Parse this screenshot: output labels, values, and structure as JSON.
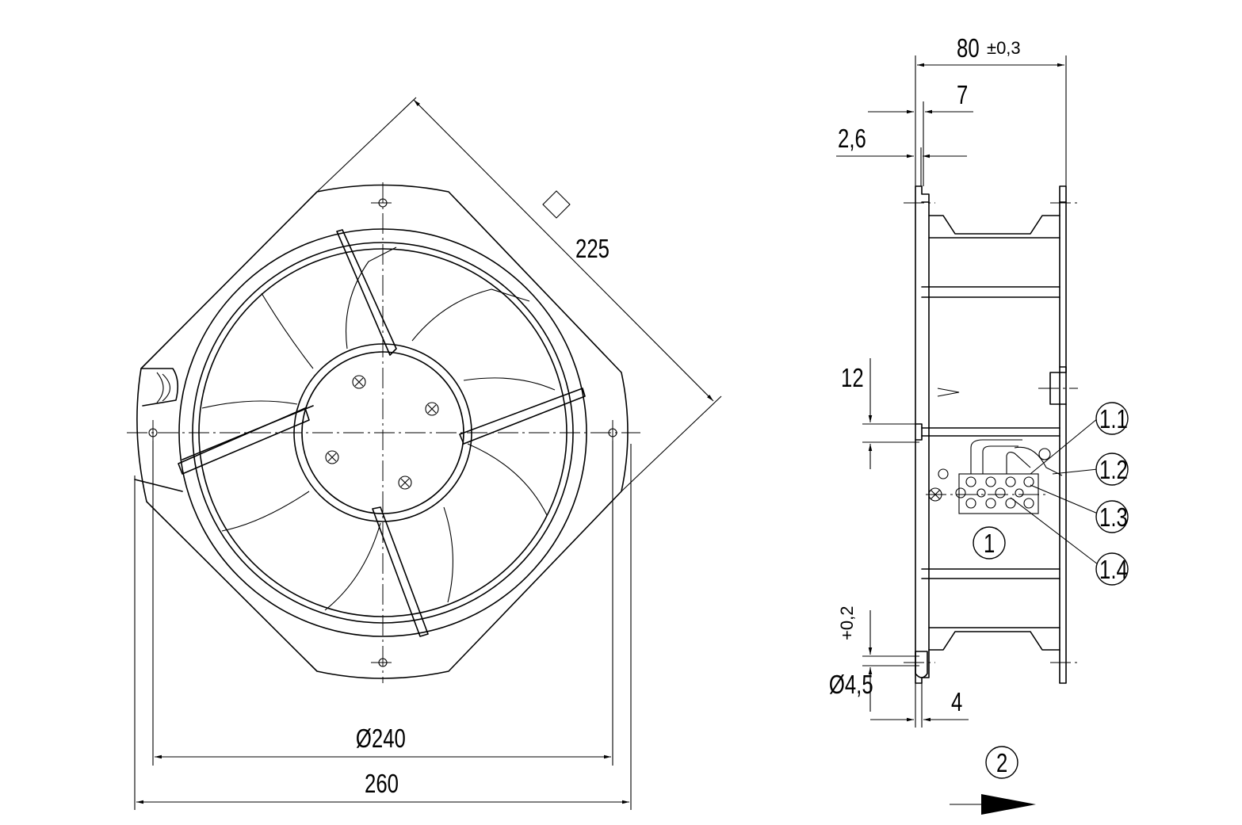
{
  "front_view": {
    "dim_diagonal_square": "225",
    "dim_inner_diameter": "Ø240",
    "dim_outer_width": "260"
  },
  "side_view": {
    "dim_depth": "80",
    "dim_depth_tol": "±0,3",
    "dim_flange": "7",
    "dim_offset": "2,6",
    "dim_height_12": "12",
    "dim_hole_diameter": "Ø4,5",
    "dim_hole_tol": "+0,2",
    "dim_4": "4"
  },
  "callouts": {
    "c1": "1",
    "c11": "1.1",
    "c12": "1.2",
    "c13": "1.3",
    "c14": "1.4",
    "c2": "2"
  }
}
